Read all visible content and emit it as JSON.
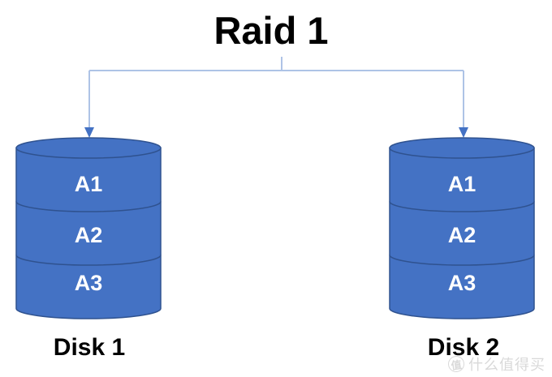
{
  "title": "Raid 1",
  "colors": {
    "title_text": "#000000",
    "label_text": "#000000",
    "cylinder_fill": "#4472C4",
    "cylinder_stroke": "#2F528F",
    "block_text": "#FFFFFF",
    "connector_line": "#AEC3E6",
    "arrowhead": "#4472C4",
    "watermark": "#D9D9D9"
  },
  "disks": [
    {
      "label": "Disk 1",
      "blocks": [
        "A1",
        "A2",
        "A3"
      ]
    },
    {
      "label": "Disk 2",
      "blocks": [
        "A1",
        "A2",
        "A3"
      ]
    }
  ],
  "watermark": {
    "logo": "值",
    "text": "什么值得买"
  }
}
